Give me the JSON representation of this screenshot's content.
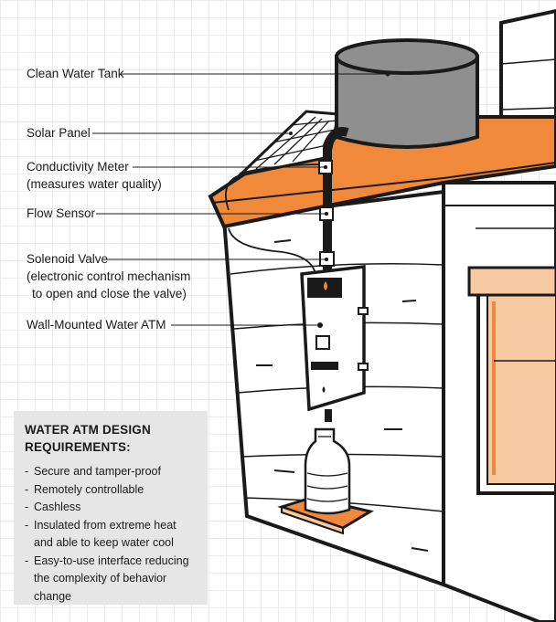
{
  "labels": {
    "clean_water_tank": "Clean Water Tank",
    "solar_panel": "Solar Panel",
    "conductivity_meter": "Conductivity Meter",
    "conductivity_meter_note": "(measures water quality)",
    "flow_sensor": "Flow Sensor",
    "solenoid_valve": "Solenoid Valve",
    "solenoid_valve_note_1": "(electronic control mechanism",
    "solenoid_valve_note_2": "to open and close the valve)",
    "water_atm": "Wall-Mounted Water ATM"
  },
  "requirements": {
    "title_line_1": "WATER ATM DESIGN",
    "title_line_2": "REQUIREMENTS:",
    "items": [
      {
        "line_1": "Secure and tamper-proof",
        "line_2": ""
      },
      {
        "line_1": "Remotely controllable",
        "line_2": ""
      },
      {
        "line_1": "Cashless",
        "line_2": ""
      },
      {
        "line_1": "Insulated from extreme heat",
        "line_2": "and able to keep water cool"
      },
      {
        "line_1": "Easy-to-use interface reducing",
        "line_2": "the complexity of behavior change"
      }
    ]
  },
  "colors": {
    "orange": "#f08a3a",
    "gray_tank": "#8f8f8f",
    "outline": "#1a1a1a",
    "panel_box": "#e6e6e6",
    "light_wood": "#f6c9a0"
  }
}
